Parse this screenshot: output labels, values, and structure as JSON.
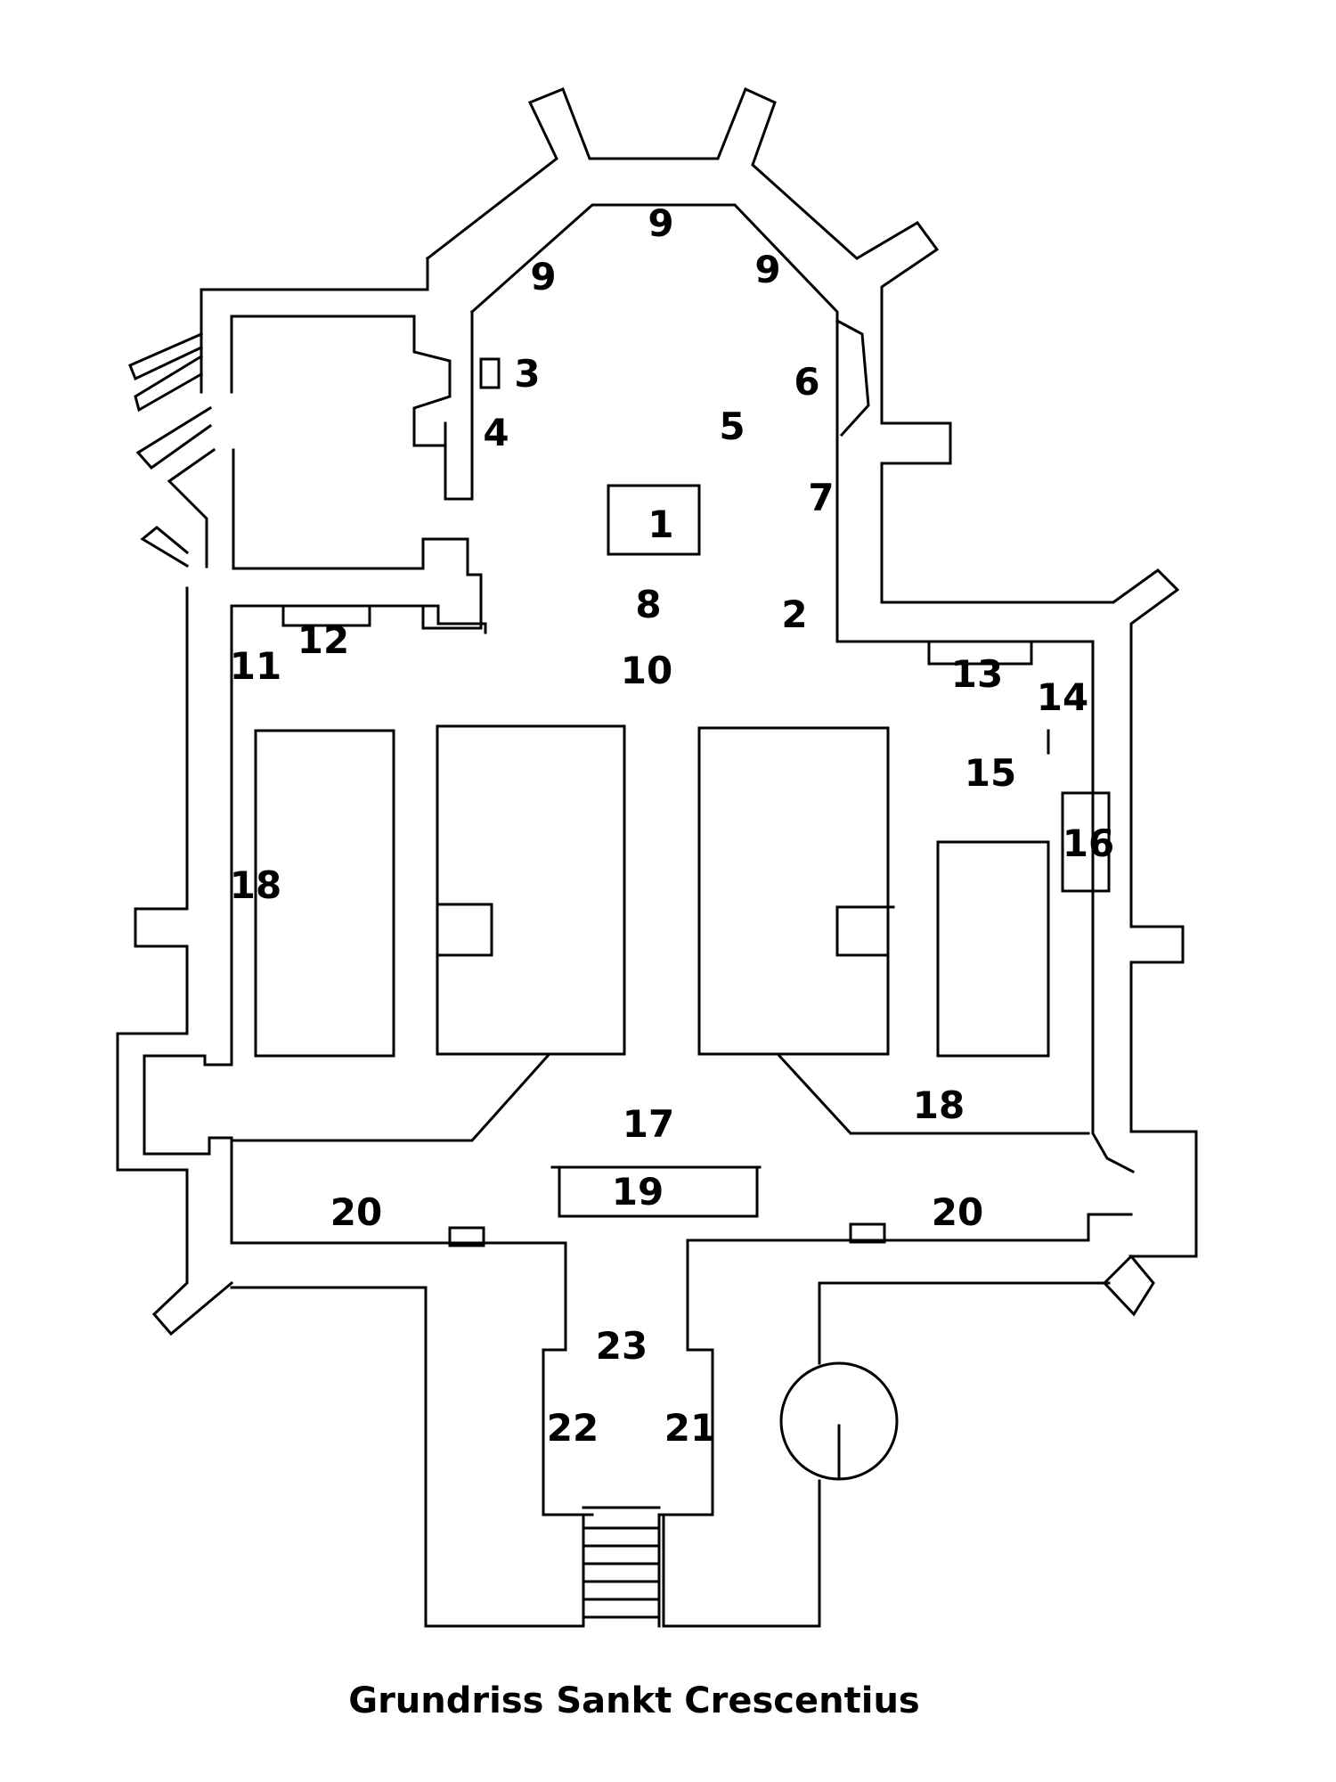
{
  "caption": "Grundriss Sankt Crescentius",
  "labels": {
    "n1": "1",
    "n2": "2",
    "n3": "3",
    "n4": "4",
    "n5": "5",
    "n6": "6",
    "n7": "7",
    "n8": "8",
    "n9a": "9",
    "n9b": "9",
    "n9c": "9",
    "n10": "10",
    "n11": "11",
    "n12": "12",
    "n13": "13",
    "n14": "14",
    "n15": "15",
    "n16": "16",
    "n17": "17",
    "n18a": "18",
    "n18b": "18",
    "n19": "19",
    "n20a": "20",
    "n20b": "20",
    "n21": "21",
    "n22": "22",
    "n23": "23"
  },
  "colors": {
    "line": "#000000",
    "background": "#ffffff"
  }
}
